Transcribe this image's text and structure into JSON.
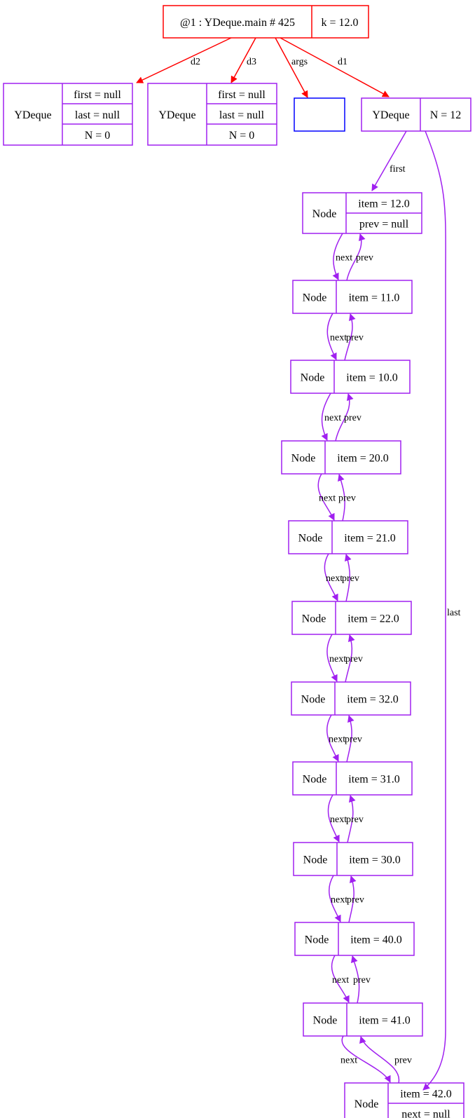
{
  "colors": {
    "frame": "#ff0000",
    "object": "#a020f0",
    "array": "#0000ff",
    "text": "#000000"
  },
  "frame": {
    "title": "@1 : YDeque.main # 425",
    "k": "k = 12.0"
  },
  "deques": {
    "d2": {
      "type": "YDeque",
      "first": "first = null",
      "last": "last = null",
      "n": "N = 0"
    },
    "d3": {
      "type": "YDeque",
      "first": "first = null",
      "last": "last = null",
      "n": "N = 0"
    },
    "d1": {
      "type": "YDeque",
      "n": "N = 12"
    }
  },
  "edges": {
    "d2": "d2",
    "d3": "d3",
    "args": "args",
    "d1": "d1",
    "first": "first",
    "last": "last",
    "next": "next",
    "prev": "prev"
  },
  "nodes": [
    {
      "type": "Node",
      "item": "item = 12.0",
      "extra": "prev = null"
    },
    {
      "type": "Node",
      "item": "item = 11.0"
    },
    {
      "type": "Node",
      "item": "item = 10.0"
    },
    {
      "type": "Node",
      "item": "item = 20.0"
    },
    {
      "type": "Node",
      "item": "item = 21.0"
    },
    {
      "type": "Node",
      "item": "item = 22.0"
    },
    {
      "type": "Node",
      "item": "item = 32.0"
    },
    {
      "type": "Node",
      "item": "item = 31.0"
    },
    {
      "type": "Node",
      "item": "item = 30.0"
    },
    {
      "type": "Node",
      "item": "item = 40.0"
    },
    {
      "type": "Node",
      "item": "item = 41.0"
    },
    {
      "type": "Node",
      "item": "item = 42.0",
      "extra": "next = null"
    }
  ]
}
